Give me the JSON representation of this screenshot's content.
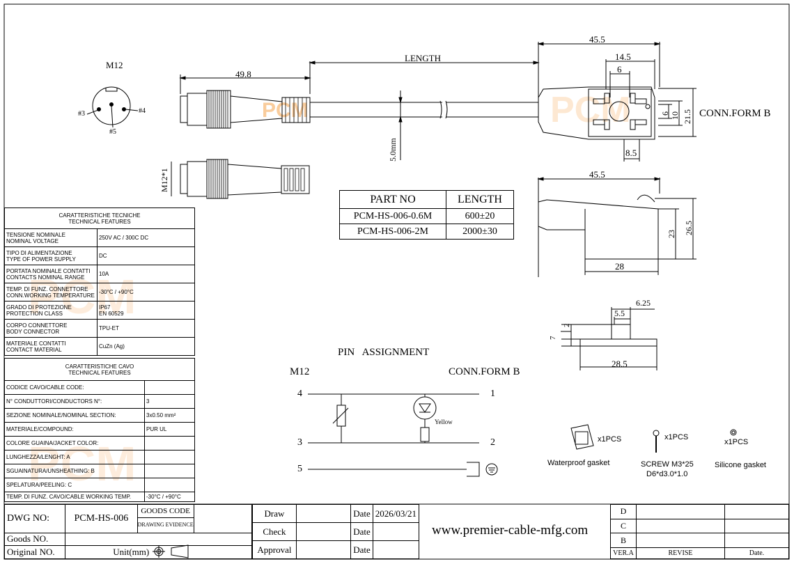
{
  "views": {
    "m12_face_title": "M12",
    "pin3": "#3",
    "pin4": "#4",
    "pin5": "#5",
    "dim_49_8": "49.8",
    "dim_length": "LENGTH",
    "dim_5mm": "5.0mm",
    "dim_m12": "M12*1",
    "dim_45_5_top": "45.5",
    "dim_14_5": "14.5",
    "dim_6_top": "6",
    "dim_6_side": "6",
    "dim_10": "10",
    "dim_21_5": "21.5",
    "dim_8_5": "8.5",
    "conn_form_b": "CONN.FORM B",
    "dim_45_5_side": "45.5",
    "dim_23": "23",
    "dim_26_5": "26.5",
    "dim_28": "28",
    "dim_6_25": "6.25",
    "dim_5_5": "5.5",
    "dim_2": "2",
    "dim_7": "7",
    "dim_28_5": "28.5"
  },
  "watermark": {
    "text": "PCM",
    "color": "#f5a24b"
  },
  "part_table": {
    "headers": [
      "PART NO",
      "LENGTH"
    ],
    "rows": [
      [
        "PCM-HS-006-0.6M",
        "600±20"
      ],
      [
        "PCM-HS-006-2M",
        "2000±30"
      ]
    ]
  },
  "tech_features": {
    "title": "CARATTERISTICHE TECNICHE\nTECHNICAL FEATURES",
    "rows": [
      [
        "TENSIONE NOMINALE\nNOMINAL VOLTAGE",
        "250V AC / 300C DC"
      ],
      [
        "TIPO DI ALIMENTAZIONE\nTYPE OF POWER SUPPLY",
        "DC"
      ],
      [
        "PORTATA NOMINALE CONTATTI\nCONTACTS NOMINAL RANGE",
        "10A"
      ],
      [
        "TEMP. DI FUNZ. CONNETTORE\nCONN.WORKING TEMPERATURE",
        "-30°C / +90°C"
      ],
      [
        "GRADO DI PROTEZIONE\nPROTECTION CLASS",
        "IP67\nEN 60529"
      ],
      [
        "CORPO CONNETTORE\nBODY CONNECTOR",
        "TPU-ET"
      ],
      [
        "MATERIALE CONTATTI\nCONTACT MATERIAL",
        "CuZn (Ag)"
      ]
    ]
  },
  "cable_features": {
    "title": "CARATTERISTICHE CAVO\nTECHNICAL FEATURES",
    "rows": [
      [
        "CODICE CAVO/CABLE CODE:",
        ""
      ],
      [
        "N° CONDUTTORI/CONDUCTORS N°:",
        "3"
      ],
      [
        "SEZIONE NOMINALE/NOMINAL SECTION:",
        "3x0.50 mm²"
      ],
      [
        "MATERIALE/COMPOUND:",
        "PUR UL"
      ],
      [
        "COLORE GUAINA/JACKET COLOR:",
        ""
      ],
      [
        "LUNGHEZZA/LENGHT: A",
        ""
      ],
      [
        "SGUAINATURA/UNSHEATHING: B",
        ""
      ],
      [
        "SPELATURA/PEELING: C",
        ""
      ],
      [
        "TEMP. DI FUNZ. CAVO/CABLE WORKING TEMP.",
        "-30°C / +90°C"
      ]
    ]
  },
  "pin_assignment": {
    "title": "PIN   ASSIGNMENT",
    "left_label": "M12",
    "right_label": "CONN.FORM B",
    "left_pins": [
      "4",
      "3",
      "5"
    ],
    "right_pins": [
      "1",
      "2"
    ],
    "led_label": "Yellow"
  },
  "accessories": [
    {
      "qty": "x1PCS",
      "label": "Waterproof gasket",
      "label2": ""
    },
    {
      "qty": "x1PCS",
      "label": "SCREW M3*25",
      "label2": "D6*d3.0*1.0"
    },
    {
      "qty": "x1PCS",
      "label": "Silicone gasket",
      "label2": ""
    }
  ],
  "title_block": {
    "dwg_no_label": "DWG NO:",
    "dwg_no": "PCM-HS-006",
    "goods_code_label": "GOODS CODE",
    "drawing_evidence_label": "DRAWING EVIDENCE",
    "goods_no_label": "Goods NO.",
    "original_no_label": "Original NO.",
    "unit_label": "Unit(mm)",
    "draw_label": "Draw",
    "check_label": "Check",
    "approval_label": "Approval",
    "date_label": "Date",
    "date_value": "2026/03/21",
    "website": "www.premier-cable-mfg.com",
    "rev_letters": [
      "D",
      "C",
      "B"
    ],
    "ver_label": "VER.A",
    "revise_label": "REVISE",
    "date2_label": "Date."
  }
}
